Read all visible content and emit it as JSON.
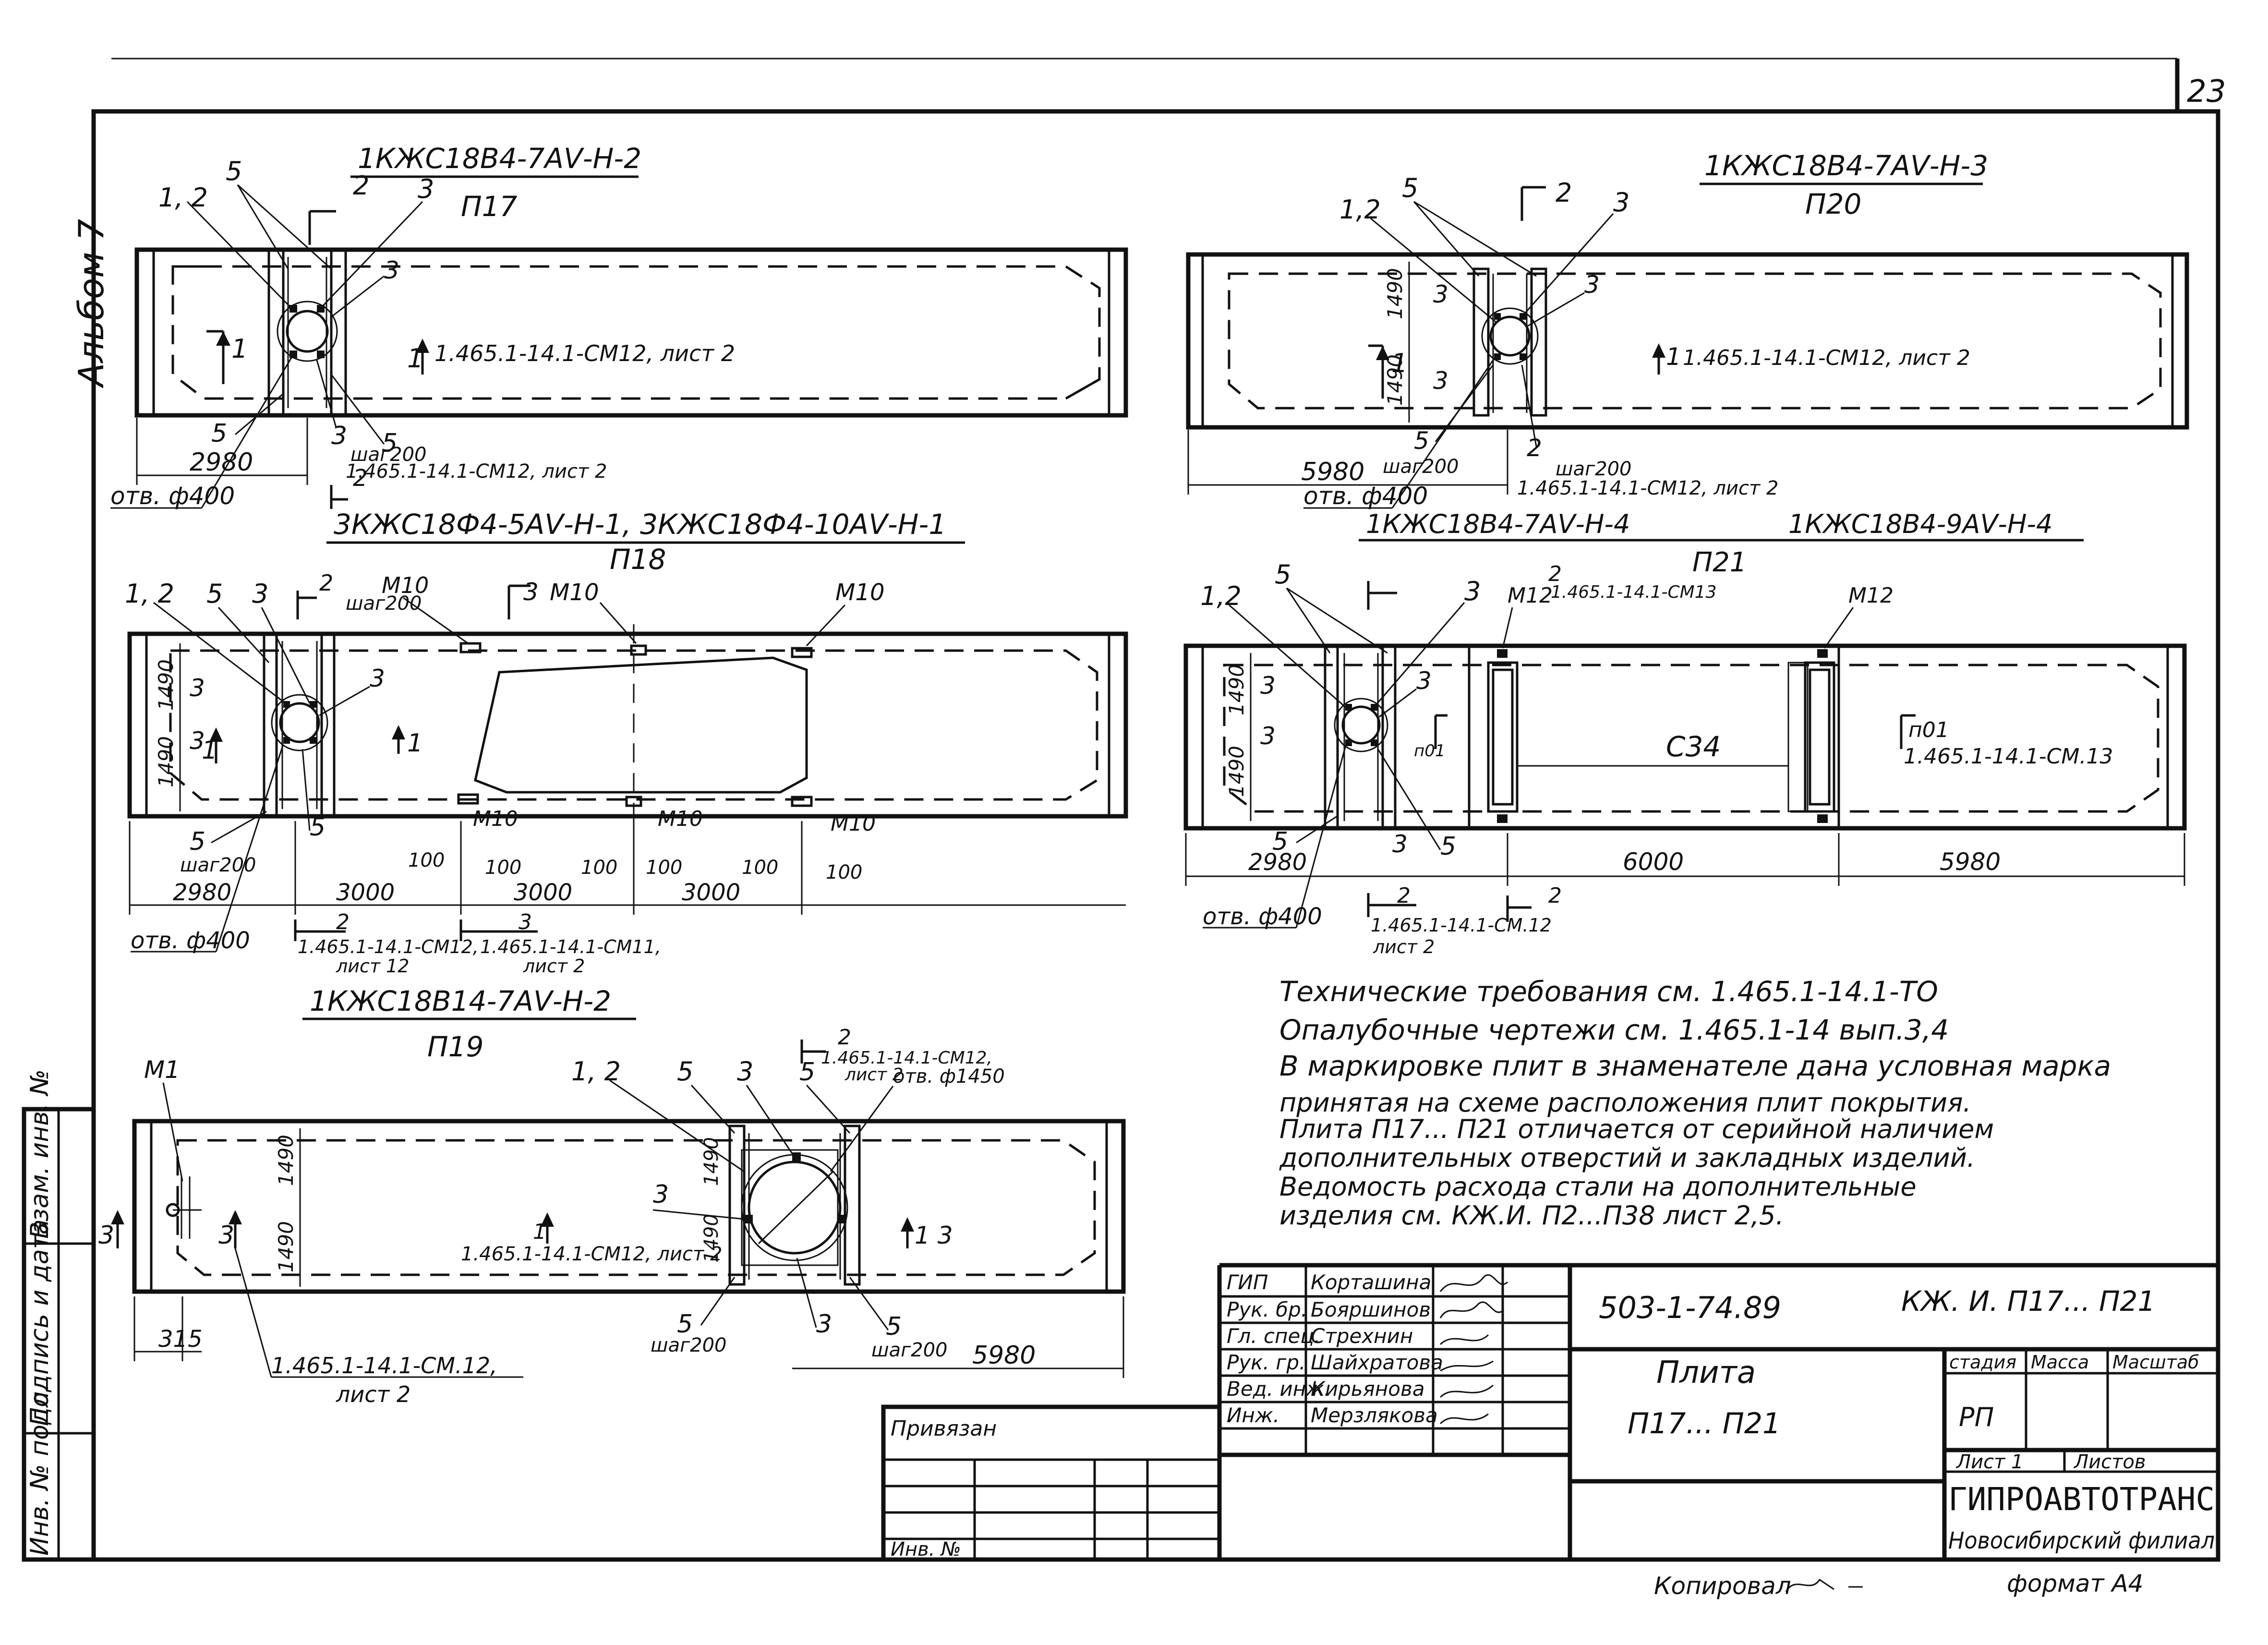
{
  "sheet_number": "23",
  "album_label": "Альбом 7",
  "panels": {
    "p17": {
      "mark": "1КЖС18В4-7АⅤ-Н-2",
      "code": "П17",
      "callouts": [
        "1, 2",
        "5",
        "2",
        "3",
        "3",
        "5",
        "3",
        "5",
        "2"
      ],
      "section_arrow": "1",
      "section_ref": "1",
      "section_note": "1.465.1-14.1-СМ12, лист 2",
      "lower_note": "1.465.1-14.1-СМ12, лист 2",
      "step": "шаг200",
      "dim": "2980",
      "hole": "отв. ф400"
    },
    "p20": {
      "mark": "1КЖС18В4-7АⅤ-Н-3",
      "code": "П20",
      "callouts": [
        "1,2",
        "5",
        "2",
        "3",
        "3",
        "3",
        "3",
        "5",
        "2"
      ],
      "dim_1490a": "1490",
      "dim_1490b": "1490",
      "section_arrow": "1",
      "section_ref": "1",
      "section_note": "1.465.1-14.1-СМ12, лист 2",
      "lower_note": "1.465.1-14.1-СМ12, лист 2",
      "step": "шаг200",
      "step2": "шаг200",
      "dim": "5980",
      "hole": "отв. ф400"
    },
    "p18": {
      "mark": "3КЖС18Ф4-5АⅤ-Н-1, 3КЖС18Ф4-10АⅤ-Н-1",
      "code": "П18",
      "callouts": [
        "1, 2",
        "5",
        "3",
        "2",
        "3",
        "3",
        "3",
        "5",
        "5"
      ],
      "m10": [
        "М10",
        "М10",
        "М10",
        "М10",
        "М10",
        "М10"
      ],
      "dim_1490a": "1490",
      "dim_1490b": "1490",
      "section_arrow": "1",
      "section_ref": "1",
      "section_ref2": "3",
      "step": "шаг200",
      "step2": "шаг200",
      "dim_100": [
        "100",
        "100",
        "100",
        "100",
        "100",
        "100"
      ],
      "dim_2980": "2980",
      "dim_3000": [
        "3000",
        "3000",
        "3000"
      ],
      "hole": "отв. ф400",
      "note1_head": "2",
      "note1": "1.465.1-14.1-СМ12,",
      "note1b": "лист 12",
      "note2_head": "3",
      "note2": "1.465.1-14.1-СМ11,",
      "note2b": "лист 2"
    },
    "p21": {
      "mark_a": "1КЖС18В4-7АⅤ-Н-4",
      "mark_b": "1КЖС18В4-9АⅤ-Н-4",
      "code": "П21",
      "callouts": [
        "1,2",
        "5",
        "3",
        "3",
        "3",
        "3",
        "5",
        "5"
      ],
      "top_note_head": "2",
      "top_note": "1.465.1-14.1-СМ13",
      "m12": [
        "М12",
        "М12"
      ],
      "dim_1490a": "1490",
      "dim_1490b": "1490",
      "n01a": "п01",
      "n01b": "п01",
      "n01_note": "1.465.1-14.1-СМ.13",
      "c34": "С34",
      "dim_2980": "2980",
      "dim_6000": "6000",
      "dim_5980": "5980",
      "hole": "отв. ф400",
      "note_head": "2",
      "note": "1.465.1-14.1-СМ.12",
      "noteb": "лист 2",
      "note2_head": "2"
    },
    "p19": {
      "mark": "1КЖС18В14-7АⅤ-Н-2",
      "code": "П19",
      "callouts": [
        "1, 2",
        "5",
        "3",
        "5",
        "3",
        "5",
        "3",
        "5",
        "1"
      ],
      "m1": "М1",
      "top_note_head": "2",
      "top_note": "1.465.1-14.1-СМ12,",
      "top_noteb": "лист 2",
      "hole": "отв. ф1450",
      "dim_1490a": "1490",
      "dim_1490b": "1490",
      "dim_1490c": "1490",
      "dim_1490d": "1490",
      "section_a": "3",
      "section_b": "3",
      "section_c": "1 3",
      "mid_note": "1.465.1-14.1-СМ12, лист 2",
      "step": "шаг200",
      "step2": "шаг200",
      "dim_315": "315",
      "dim_5980": "5980",
      "bottom_note": "1.465.1-14.1-СМ.12,",
      "bottom_noteb": "лист 2"
    }
  },
  "notes": [
    "Технические требования см. 1.465.1-14.1-ТО",
    "Опалубочные чертежи см. 1.465.1-14 вып.3,4",
    "В маркировке плит в знаменателе дана условная марка",
    "принятая на схеме расположения плит покрытия.",
    "Плита П17... П21 отличается от серийной наличием",
    "дополнительных отверстий и закладных изделий.",
    "Ведомость расхода стали на дополнительные",
    "изделия см.   КЖ.И. П2...П38 лист 2,5."
  ],
  "side_stamp": [
    "Инв. № подл.",
    "Подпись и дата",
    "Взам. инв. №"
  ],
  "title_block": {
    "doc_number": "503-1-74.89",
    "doc_code": "КЖ. И. П17... П21",
    "name_line1": "Плита",
    "name_line2": "П17... П21",
    "stage_header": "стадия",
    "mass_header": "Масса",
    "scale_header": "Масштаб",
    "stage": "РП",
    "sheet_label": "Лист 1",
    "sheets_label": "Листов",
    "org": "ГИПРОАВТОТРАНС",
    "branch": "Новосибирский филиал",
    "format": "формат А4",
    "copied": "Копировал",
    "bound": "Привязан",
    "inv": "Инв. №",
    "staff": [
      {
        "role": "ГИП",
        "name": "Корташина"
      },
      {
        "role": "Рук. бр.",
        "name": "Бояршинов"
      },
      {
        "role": "Гл. спец.",
        "name": "Стрехнин"
      },
      {
        "role": "Рук. гр.",
        "name": "Шайхратова"
      },
      {
        "role": "Вед. инж.",
        "name": "Кирьянова"
      },
      {
        "role": "Инж.",
        "name": "Мерзлякова"
      }
    ]
  }
}
